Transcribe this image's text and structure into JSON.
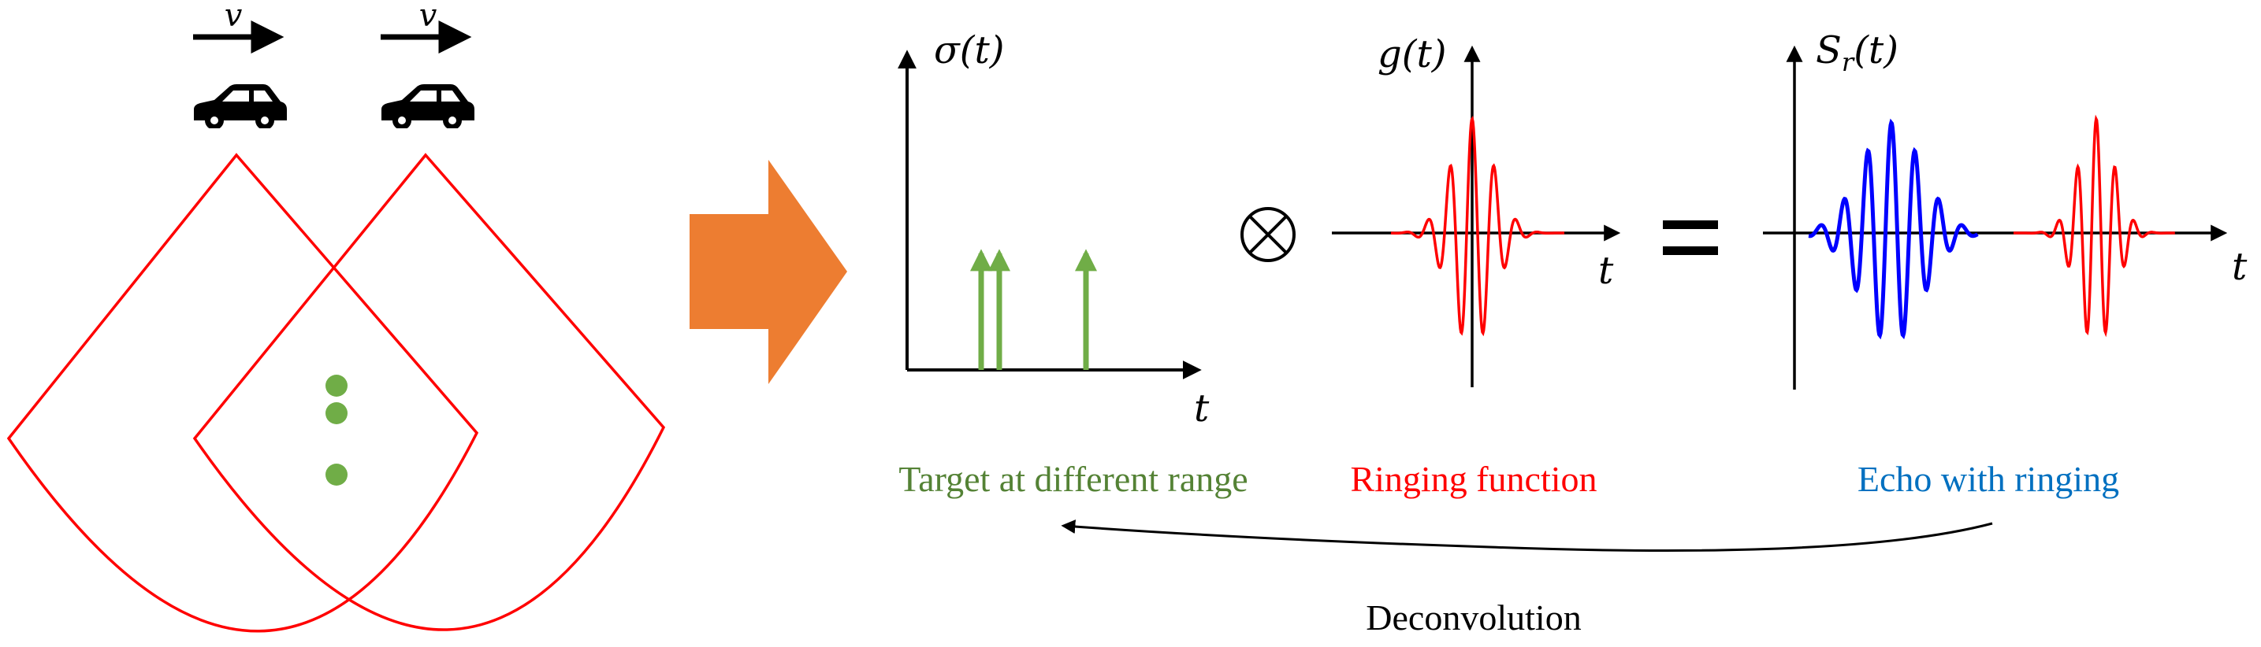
{
  "colors": {
    "beam": "#ff0000",
    "target": "#70ad47",
    "arrow": "#ed7d31",
    "ringing": "#ff0000",
    "echo": "#0000ff",
    "caption_target": "#548235",
    "caption_ringing": "#ff0000",
    "caption_echo": "#0070c0",
    "axis": "#000000"
  },
  "icons": {
    "car": "car-icon",
    "convolution": "circled-times-icon",
    "equals": "equals-icon",
    "process_arrow": "block-right-arrow-icon"
  },
  "scene": {
    "velocity_symbol": "v",
    "car_count": 2,
    "target_count": 3
  },
  "plots": {
    "sigma": {
      "y_label_symbol": "σ",
      "y_label_arg": "(t)",
      "x_label": "t",
      "impulse_count": 3
    },
    "ringing": {
      "y_label_symbol": "g",
      "y_label_arg": "(t)",
      "x_label": "t"
    },
    "echo": {
      "y_label_symbol": "S",
      "y_label_sub": "r",
      "y_label_arg": "(t)",
      "x_label": "t"
    }
  },
  "operators": {
    "equals": "="
  },
  "captions": {
    "target": "Target at different range",
    "ringing": "Ringing function",
    "echo": "Echo with ringing",
    "process": "Deconvolution"
  }
}
